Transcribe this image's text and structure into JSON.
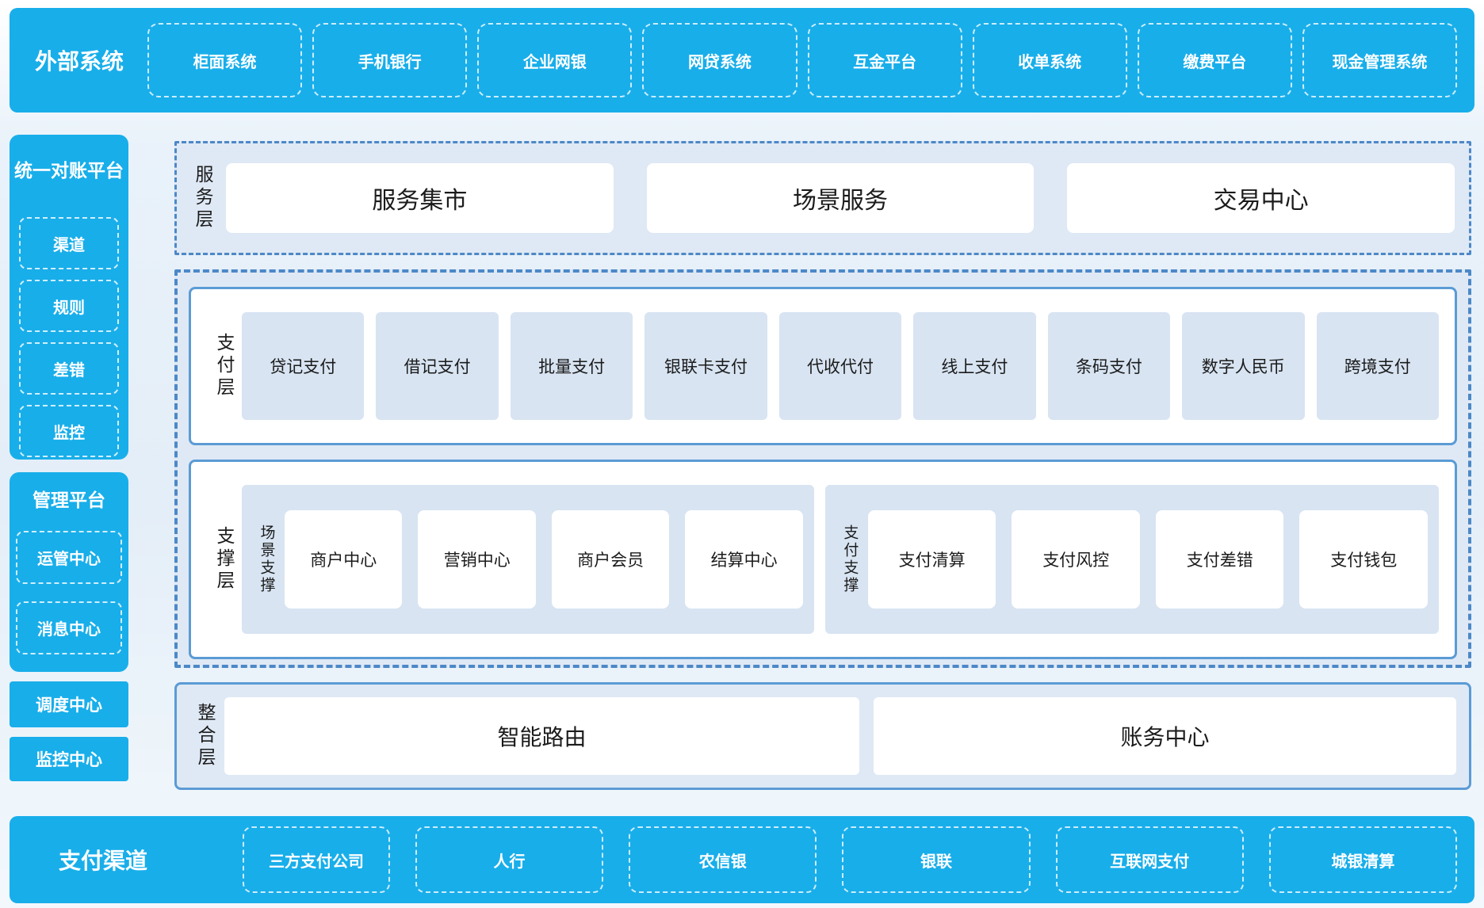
{
  "external_systems": {
    "title": "外部系统",
    "items": [
      "柜面系统",
      "手机银行",
      "企业网银",
      "网贷系统",
      "互金平台",
      "收单系统",
      "缴费平台",
      "现金管理系统"
    ]
  },
  "left_column": {
    "reconciliation": {
      "title": "统一对账平台",
      "items": [
        "渠道",
        "规则",
        "差错",
        "监控"
      ]
    },
    "management": {
      "title": "管理平台",
      "items": [
        "运管中心",
        "消息中心"
      ]
    },
    "dispatch_center": "调度中心",
    "monitor_center": "监控中心"
  },
  "service_layer": {
    "label": "服务层",
    "items": [
      "服务集市",
      "场景服务",
      "交易中心"
    ]
  },
  "payment_layer": {
    "label": "支付层",
    "items": [
      "贷记支付",
      "借记支付",
      "批量支付",
      "银联卡支付",
      "代收代付",
      "线上支付",
      "条码支付",
      "数字人民币",
      "跨境支付"
    ]
  },
  "support_layer": {
    "label": "支撑层",
    "groups": [
      {
        "label": "场景支撑",
        "items": [
          "商户中心",
          "营销中心",
          "商户会员",
          "结算中心"
        ]
      },
      {
        "label": "支付支撑",
        "items": [
          "支付清算",
          "支付风控",
          "支付差错",
          "支付钱包"
        ]
      }
    ]
  },
  "integration_layer": {
    "label": "整合层",
    "items": [
      "智能路由",
      "账务中心"
    ]
  },
  "payment_channels": {
    "title": "支付渠道",
    "items": [
      "三方支付公司",
      "人行",
      "农信银",
      "银联",
      "互联网支付",
      "城银清算"
    ]
  },
  "colors": {
    "accent_blue": "#18aeea",
    "panel_light_blue": "#dfe9f5",
    "box_light_blue": "#d8e4f2",
    "solid_border_blue": "#5b9bd5",
    "dashed_border_blue": "#4c88c7"
  }
}
